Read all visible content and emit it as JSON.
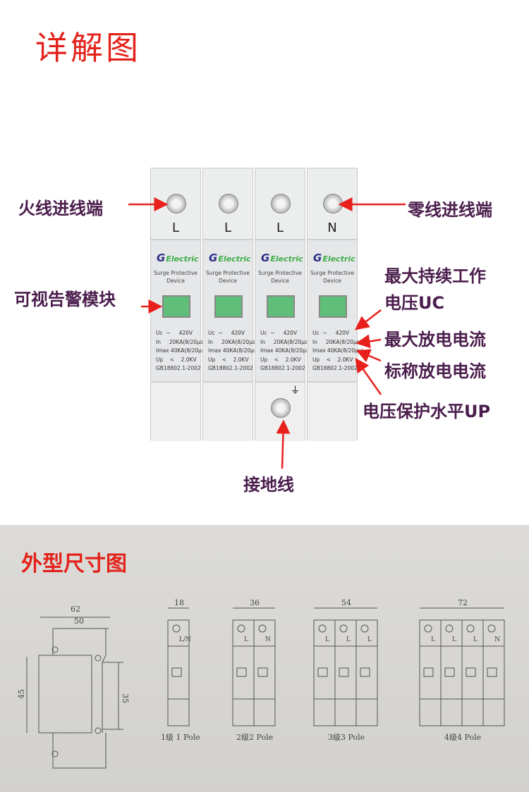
{
  "top_title": "详解图",
  "device": {
    "modules": [
      {
        "terminal": "L"
      },
      {
        "terminal": "L"
      },
      {
        "terminal": "L"
      },
      {
        "terminal": "N"
      }
    ],
    "brand": "Electric",
    "product_line1": "Surge Protective",
    "product_line2": "Device",
    "spec_lines": [
      "Uc  ~     420V",
      "In     20KA(8/20μs)",
      "Imax 40KA(8/20μs)",
      "Up    <    2.0KV",
      "GB18802.1-2002"
    ]
  },
  "labels": {
    "live_in": "火线进线端",
    "neutral_in": "零线进线端",
    "indicator": "可视告警模块",
    "uc_line1": "最大持续工作",
    "uc_line2": "电压UC",
    "imax": "最大放电电流",
    "in": "标称放电电流",
    "up": "电压保护水平UP",
    "ground": "接地线"
  },
  "colors": {
    "title_red": "#e3231b",
    "label_purple": "#4a1d4c",
    "arrow_red": "#e8201c",
    "window_green": "#5fbf78"
  },
  "bottom_title": "外型尺寸图",
  "dimensions": {
    "side": {
      "width_total": "62",
      "width_inner": "50",
      "height_total": "45",
      "height_rail": "35"
    },
    "poles": [
      {
        "width": "18",
        "caption": "1级 1 Pole",
        "terms": [
          "L/N"
        ]
      },
      {
        "width": "36",
        "caption": "2级2 Pole",
        "terms": [
          "L",
          "N"
        ]
      },
      {
        "width": "54",
        "caption": "3级3 Pole",
        "terms": [
          "L",
          "L",
          "L"
        ]
      },
      {
        "width": "72",
        "caption": "4级4 Pole",
        "terms": [
          "L",
          "L",
          "L",
          "N"
        ]
      }
    ]
  }
}
